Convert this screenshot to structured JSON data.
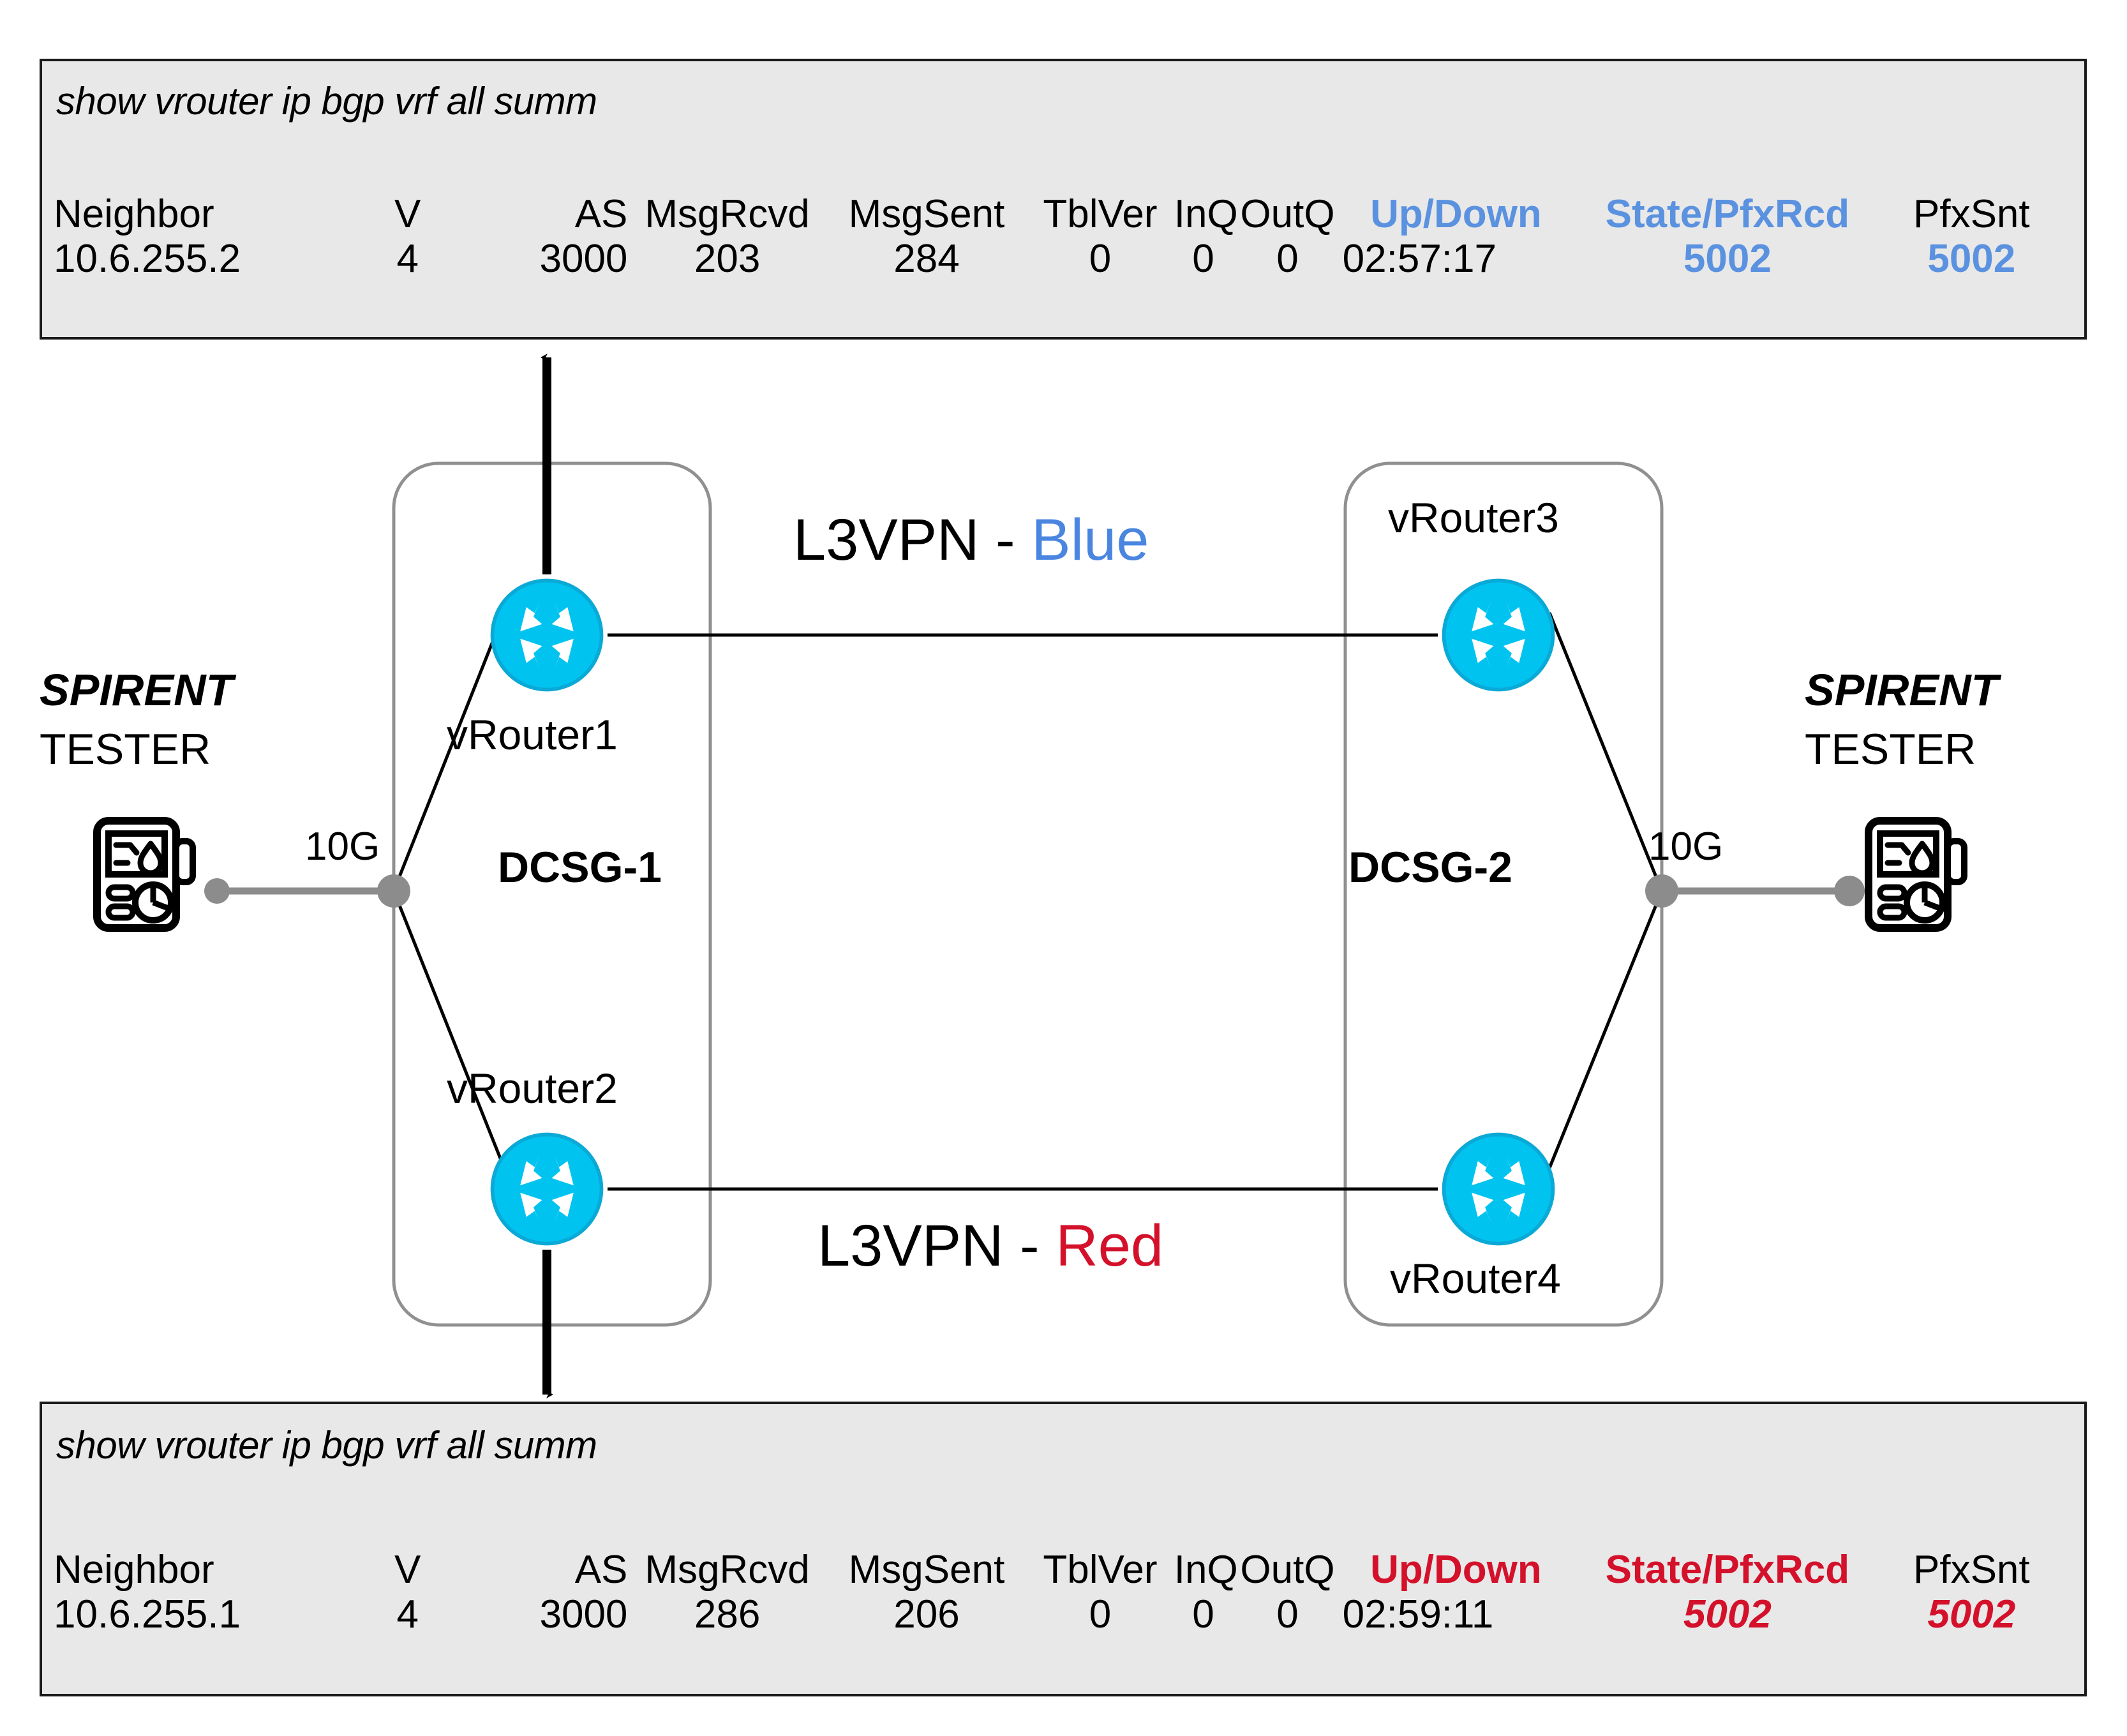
{
  "cli_panels": [
    {
      "id": "top",
      "command": "show vrouter ip bgp vrf all summ",
      "accent_color": "#5b92e0",
      "headers": {
        "neighbor": "Neighbor",
        "v": "V",
        "as": "AS",
        "msgrcvd": "MsgRcvd",
        "msgsent": "MsgSent",
        "tblver": "TblVer",
        "inq": "InQ",
        "outq": "OutQ",
        "updown": "Up/Down",
        "state": "State/PfxRcd",
        "pfxsnt": "PfxSnt"
      },
      "row": {
        "neighbor": "10.6.255.2",
        "v": "4",
        "as": "3000",
        "msgrcvd": "203",
        "msgsent": "284",
        "tblver": "0",
        "inq": "0",
        "outq": "0",
        "updown": "02:57:17",
        "state": "5002",
        "pfxsnt": "5002"
      }
    },
    {
      "id": "bottom",
      "command": "show vrouter ip bgp vrf all summ",
      "accent_color": "#d4112b",
      "headers": {
        "neighbor": "Neighbor",
        "v": "V",
        "as": "AS",
        "msgrcvd": "MsgRcvd",
        "msgsent": "MsgSent",
        "tblver": "TblVer",
        "inq": "InQ",
        "outq": "OutQ",
        "updown": "Up/Down",
        "state": "State/PfxRcd",
        "pfxsnt": "PfxSnt"
      },
      "row": {
        "neighbor": "10.6.255.1",
        "v": "4",
        "as": "3000",
        "msgrcvd": "286",
        "msgsent": "206",
        "tblver": "0",
        "inq": "0",
        "outq": "0",
        "updown": "02:59:11",
        "state": "5002",
        "pfxsnt": "5002"
      }
    }
  ],
  "diagram": {
    "routers": [
      {
        "name": "vRouter1"
      },
      {
        "name": "vRouter2"
      },
      {
        "name": "vRouter3"
      },
      {
        "name": "vRouter4"
      }
    ],
    "devices": [
      {
        "name": "DCSG-1"
      },
      {
        "name": "DCSG-2"
      }
    ],
    "links": [
      {
        "speed": "10G"
      },
      {
        "speed": "10G"
      }
    ],
    "vpns": [
      {
        "prefix": "L3VPN - ",
        "color_name": "Blue",
        "color": "#4a86e0"
      },
      {
        "prefix": "L3VPN - ",
        "color_name": "Red",
        "color": "#d4112b"
      }
    ],
    "testers": [
      {
        "brand": "SPIRENT",
        "type": "TESTER"
      },
      {
        "brand": "SPIRENT",
        "type": "TESTER"
      }
    ]
  }
}
